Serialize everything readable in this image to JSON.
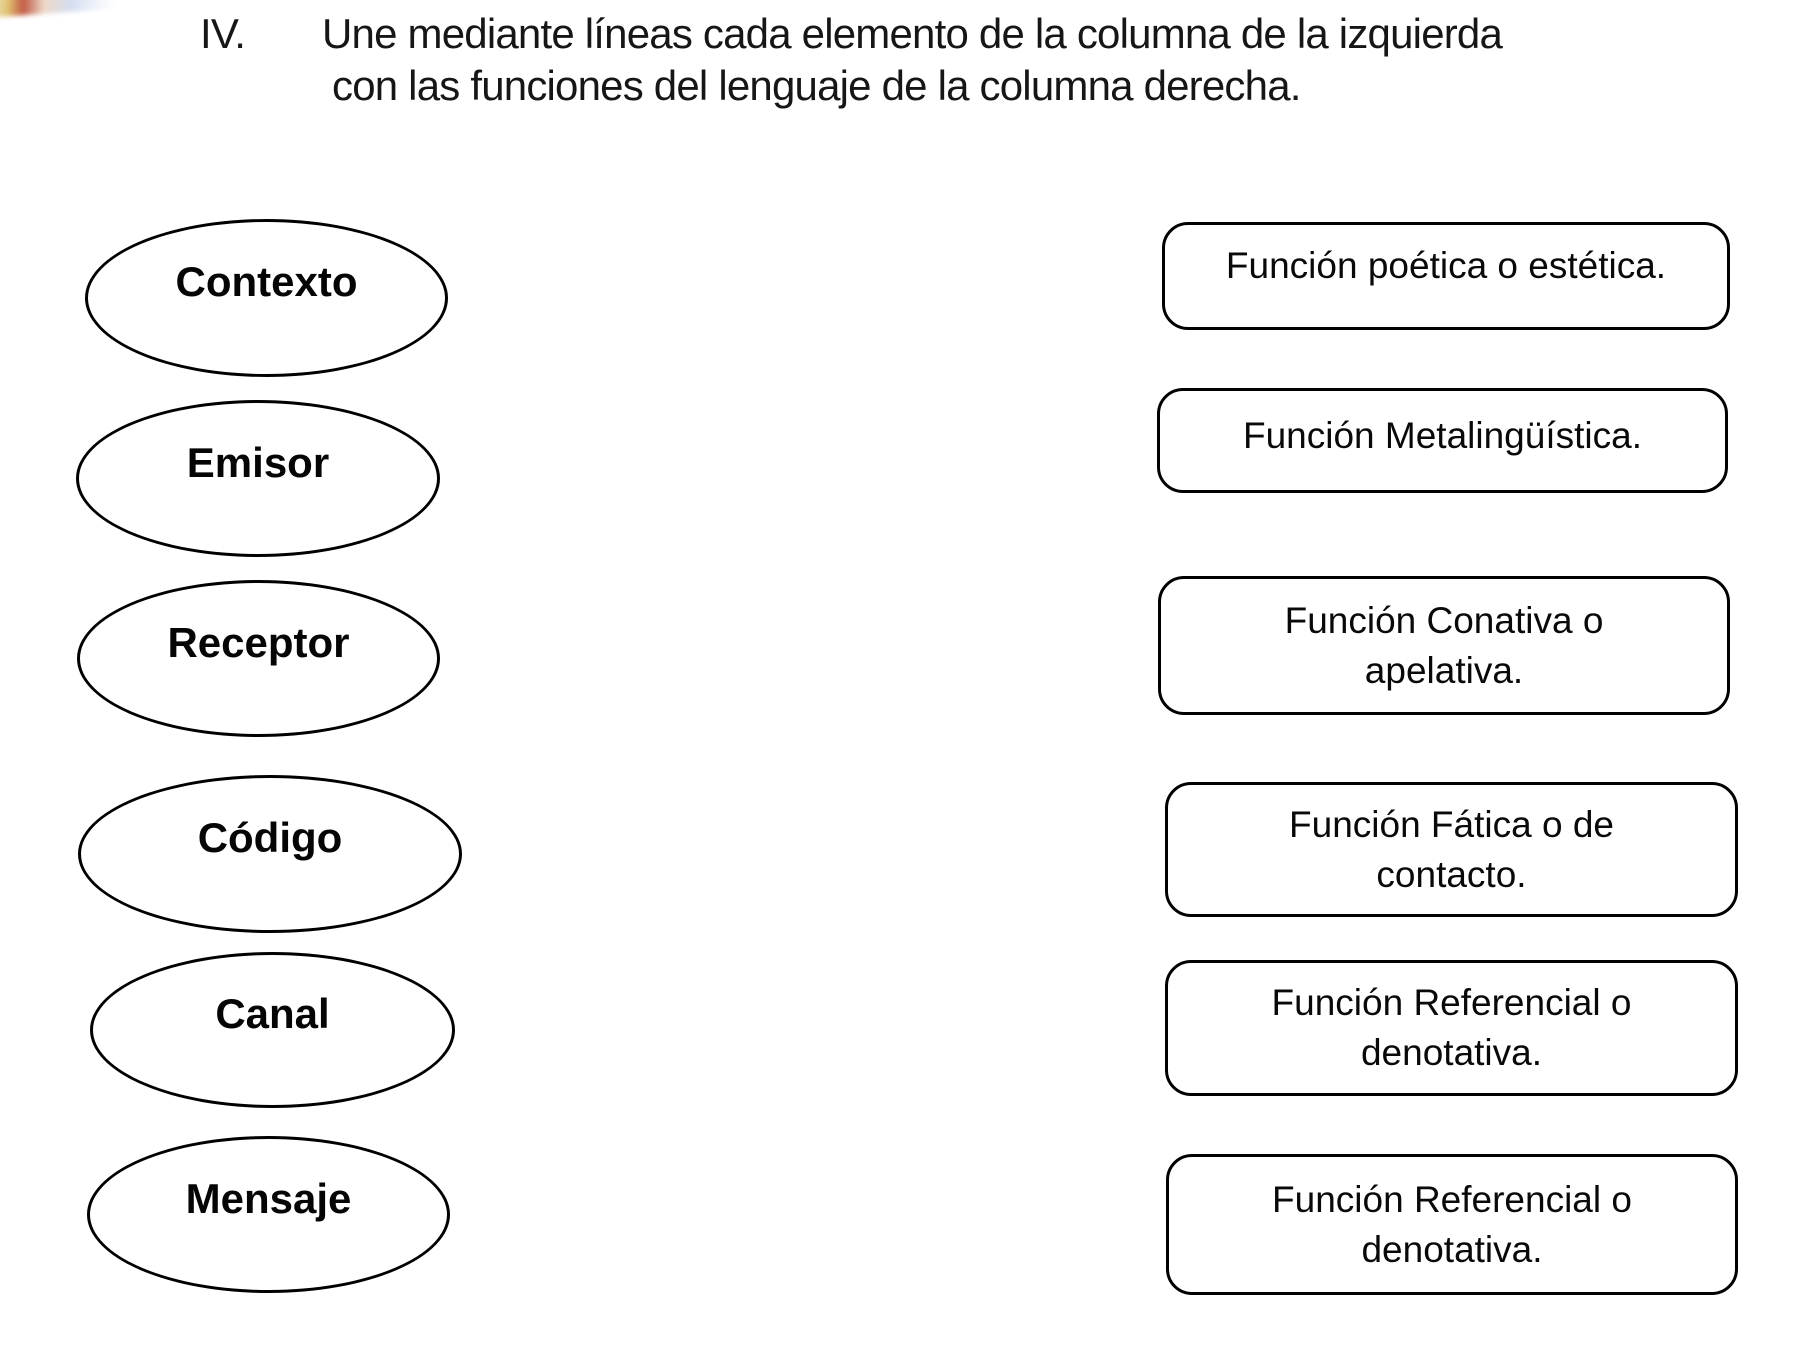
{
  "page": {
    "background": "#ffffff",
    "stroke_color": "#000000",
    "text_color": "#0a0a0a"
  },
  "instructions": {
    "number": "IV.",
    "line1": "Une mediante líneas cada elemento de la columna de la izquierda",
    "line2": "con las funciones del lenguaje de la columna derecha."
  },
  "left_column": {
    "items": [
      {
        "label": "Contexto"
      },
      {
        "label": "Emisor"
      },
      {
        "label": "Receptor"
      },
      {
        "label": "Código"
      },
      {
        "label": "Canal"
      },
      {
        "label": "Mensaje"
      }
    ]
  },
  "right_column": {
    "items": [
      {
        "line1": "Función poética o estética.",
        "line2": ""
      },
      {
        "line1": "Función Metalingüística.",
        "line2": ""
      },
      {
        "line1": "Función Conativa o",
        "line2": "apelativa."
      },
      {
        "line1": "Función Fática o de",
        "line2": "contacto."
      },
      {
        "line1": "Función Referencial o",
        "line2": "denotativa."
      },
      {
        "line1": "Función Referencial o",
        "line2": "denotativa."
      }
    ]
  }
}
